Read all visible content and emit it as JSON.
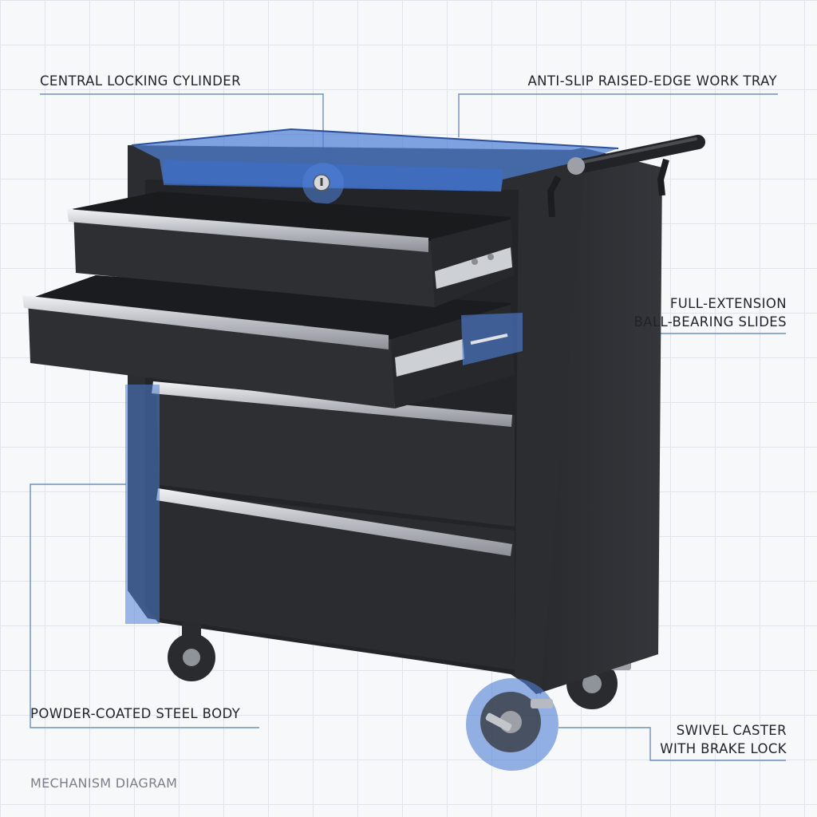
{
  "colors": {
    "body": "#2b2d31",
    "body_dark": "#1c1d20",
    "highlight": "#4f7fd6",
    "chrome": "#c9ccd1",
    "leader_line": "#6f8fb8"
  },
  "callouts": {
    "locking_cylinder": "CENTRAL LOCKING CYLINDER",
    "work_tray": "ANTI-SLIP RAISED-EDGE WORK TRAY",
    "slides_line1": "FULL-EXTENSION",
    "slides_line2": "BALL-BEARING SLIDES",
    "steel_body": "POWDER-COATED STEEL BODY",
    "caster_line1": "SWIVEL CASTER",
    "caster_line2": "WITH BRAKE LOCK"
  },
  "footer": "MECHANISM DIAGRAM"
}
